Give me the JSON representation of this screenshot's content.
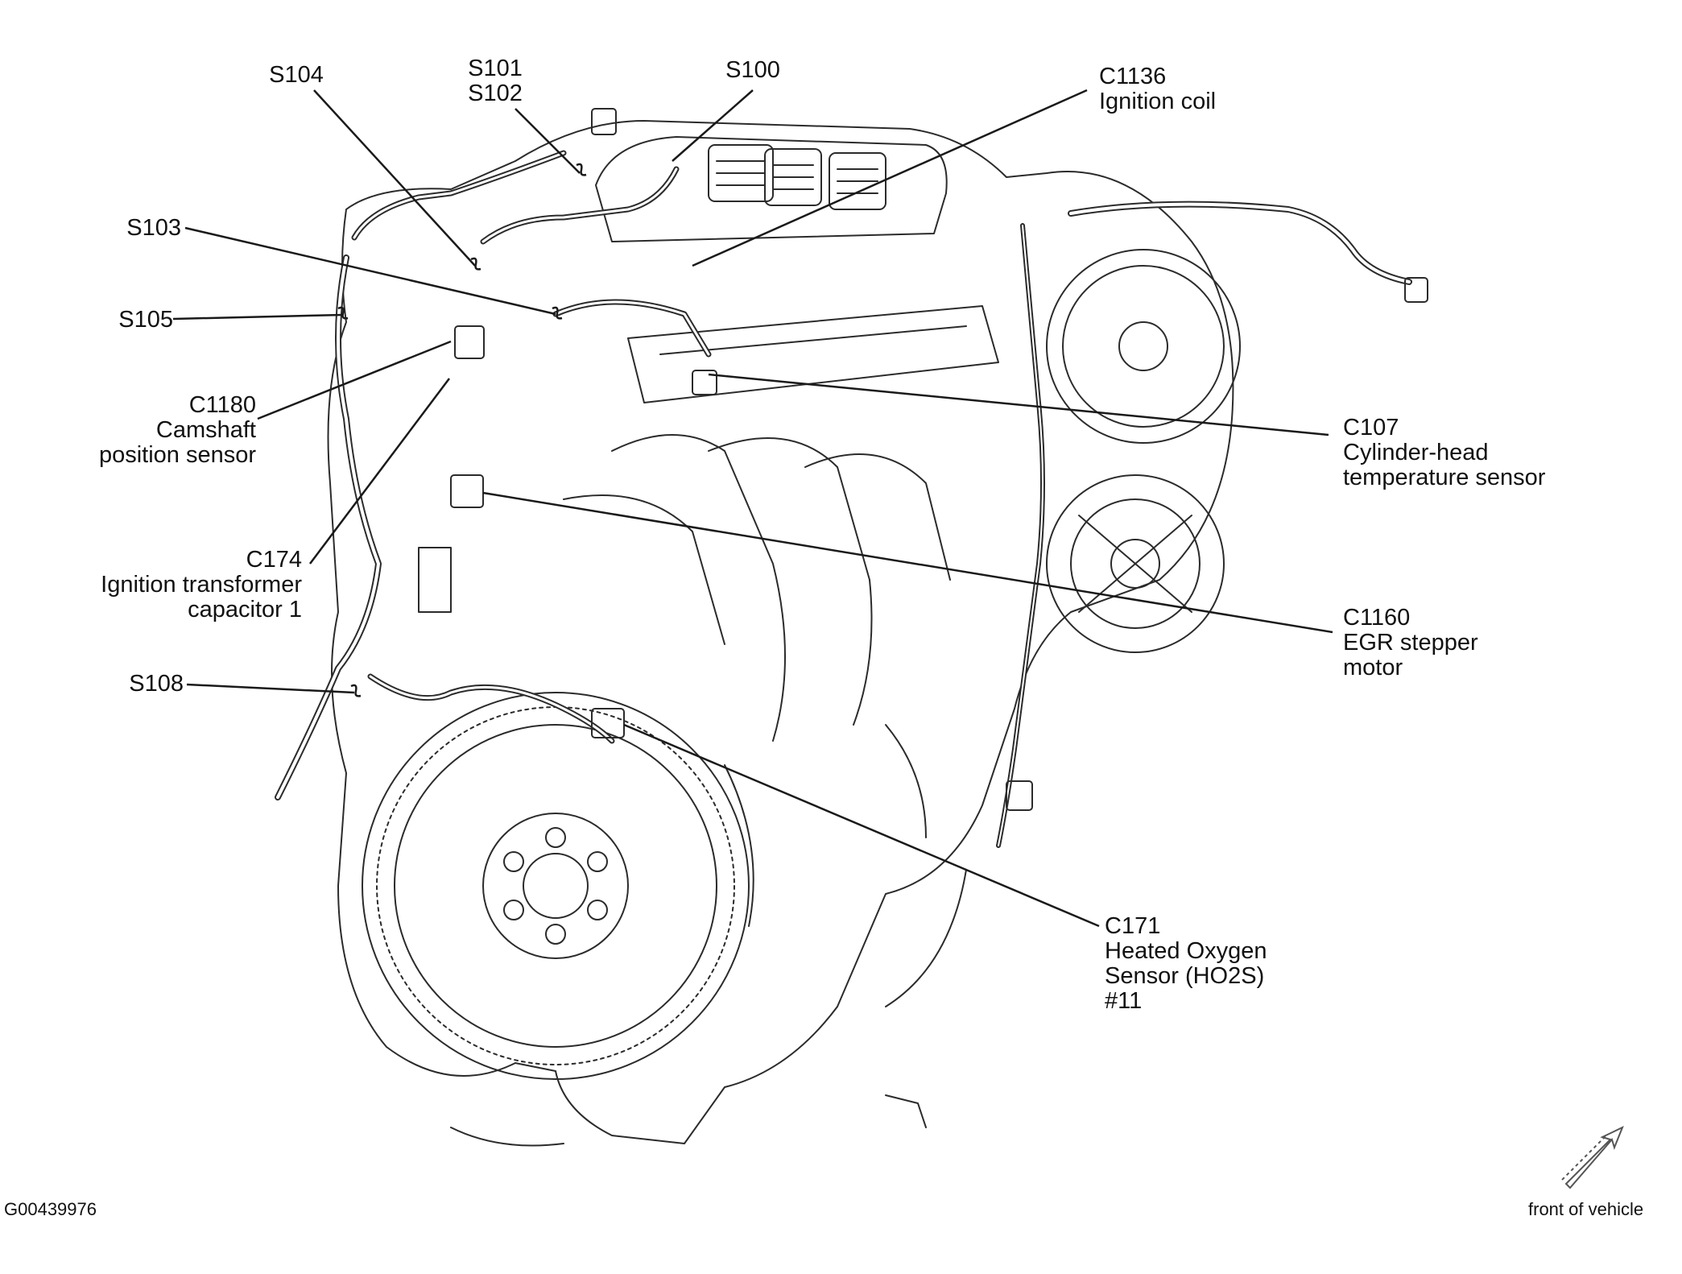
{
  "callouts": {
    "s104": [
      "S104"
    ],
    "s101_s102": [
      "S101",
      "S102"
    ],
    "s100": [
      "S100"
    ],
    "c1136": [
      "C1136",
      "Ignition coil"
    ],
    "s103": [
      "S103"
    ],
    "s105": [
      "S105"
    ],
    "c1180": [
      "C1180",
      "Camshaft",
      "position sensor"
    ],
    "c107": [
      "C107",
      "Cylinder-head",
      "temperature sensor"
    ],
    "c174": [
      "C174",
      "Ignition transformer",
      "capacitor 1"
    ],
    "c1160": [
      "C1160",
      "EGR stepper",
      "motor"
    ],
    "s108": [
      "S108"
    ],
    "c171": [
      "C171",
      "Heated Oxygen",
      "Sensor (HO2S)",
      "#11"
    ]
  },
  "figure_id": "G00439976",
  "front_of_vehicle": "front of vehicle",
  "colors": {
    "line": "#1a1a1a",
    "drawing": "#2b2b2b",
    "background": "#ffffff"
  }
}
